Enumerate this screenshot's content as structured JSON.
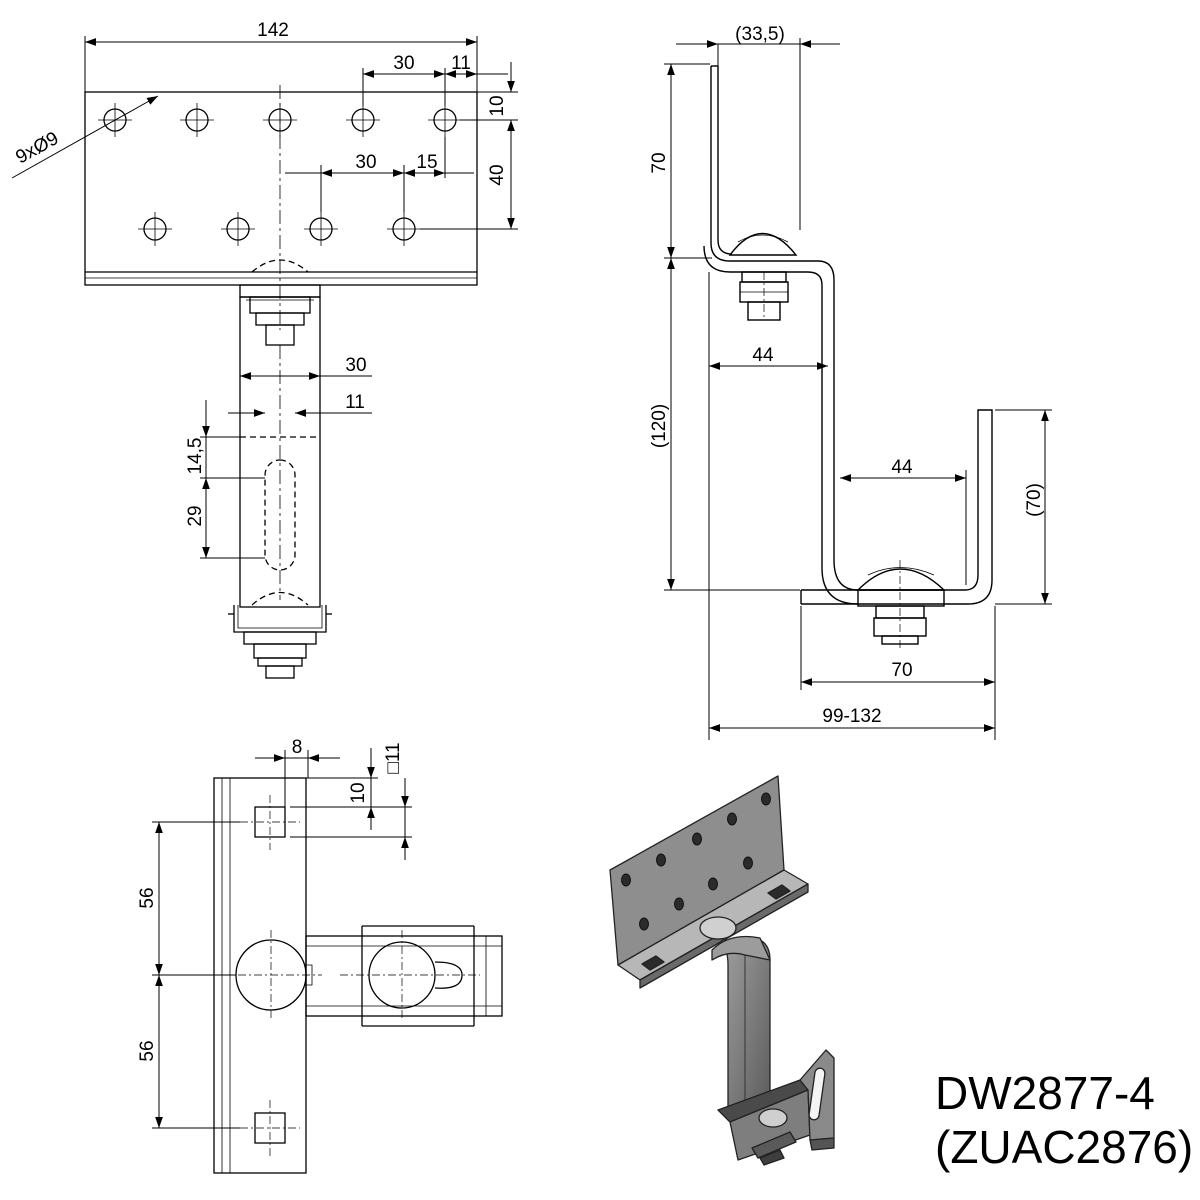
{
  "part": {
    "number": "DW2877-4",
    "alt_number": "(ZUAC2876)"
  },
  "top_view": {
    "width": "142",
    "hole_pitch_top": "30",
    "edge_offset_top": "11",
    "edge_offset_vertical": "10",
    "hole_pitch_bottom": "30",
    "offset_bottom": "15",
    "row_spacing": "40",
    "holes": "9xØ9",
    "arm_width": "30",
    "slot_width": "11",
    "slot_offset": "14,5",
    "slot_length": "29"
  },
  "side_view": {
    "flange_offset": "(33,5)",
    "upper_flange_height": "70",
    "total_height": "(120)",
    "upper_reach": "44",
    "lower_reach": "44",
    "lower_flange_height": "(70)",
    "base_length": "70",
    "adjust_range": "99-132"
  },
  "bottom_view": {
    "hole_offset_x": "8",
    "hole_offset_y": "10",
    "square_hole": "□11",
    "spacing_upper": "56",
    "spacing_lower": "56"
  }
}
